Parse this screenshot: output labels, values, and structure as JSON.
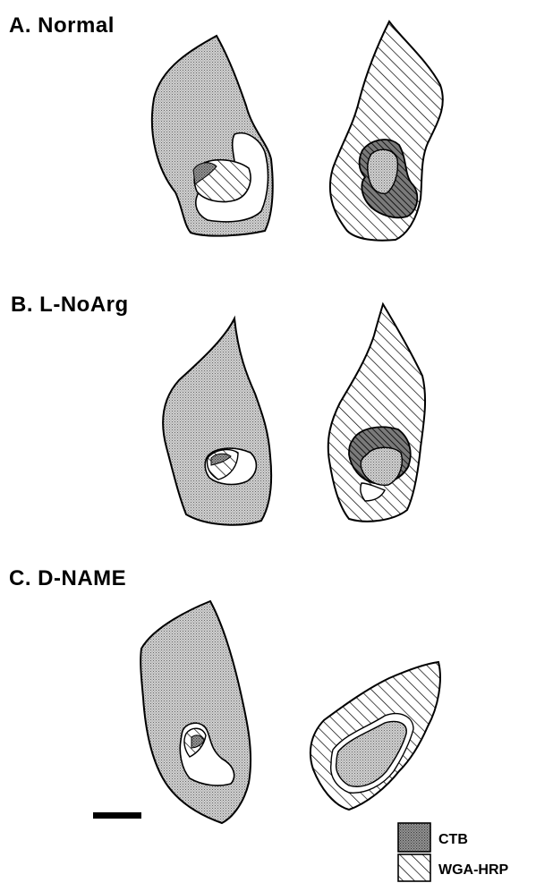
{
  "panels": [
    {
      "label": "A. Normal"
    },
    {
      "label": "B. L-NoArg"
    },
    {
      "label": "C. D-NAME"
    }
  ],
  "legend": {
    "items": [
      {
        "label": "CTB",
        "pattern": "stipple"
      },
      {
        "label": "WGA-HRP",
        "pattern": "hatch"
      }
    ]
  }
}
